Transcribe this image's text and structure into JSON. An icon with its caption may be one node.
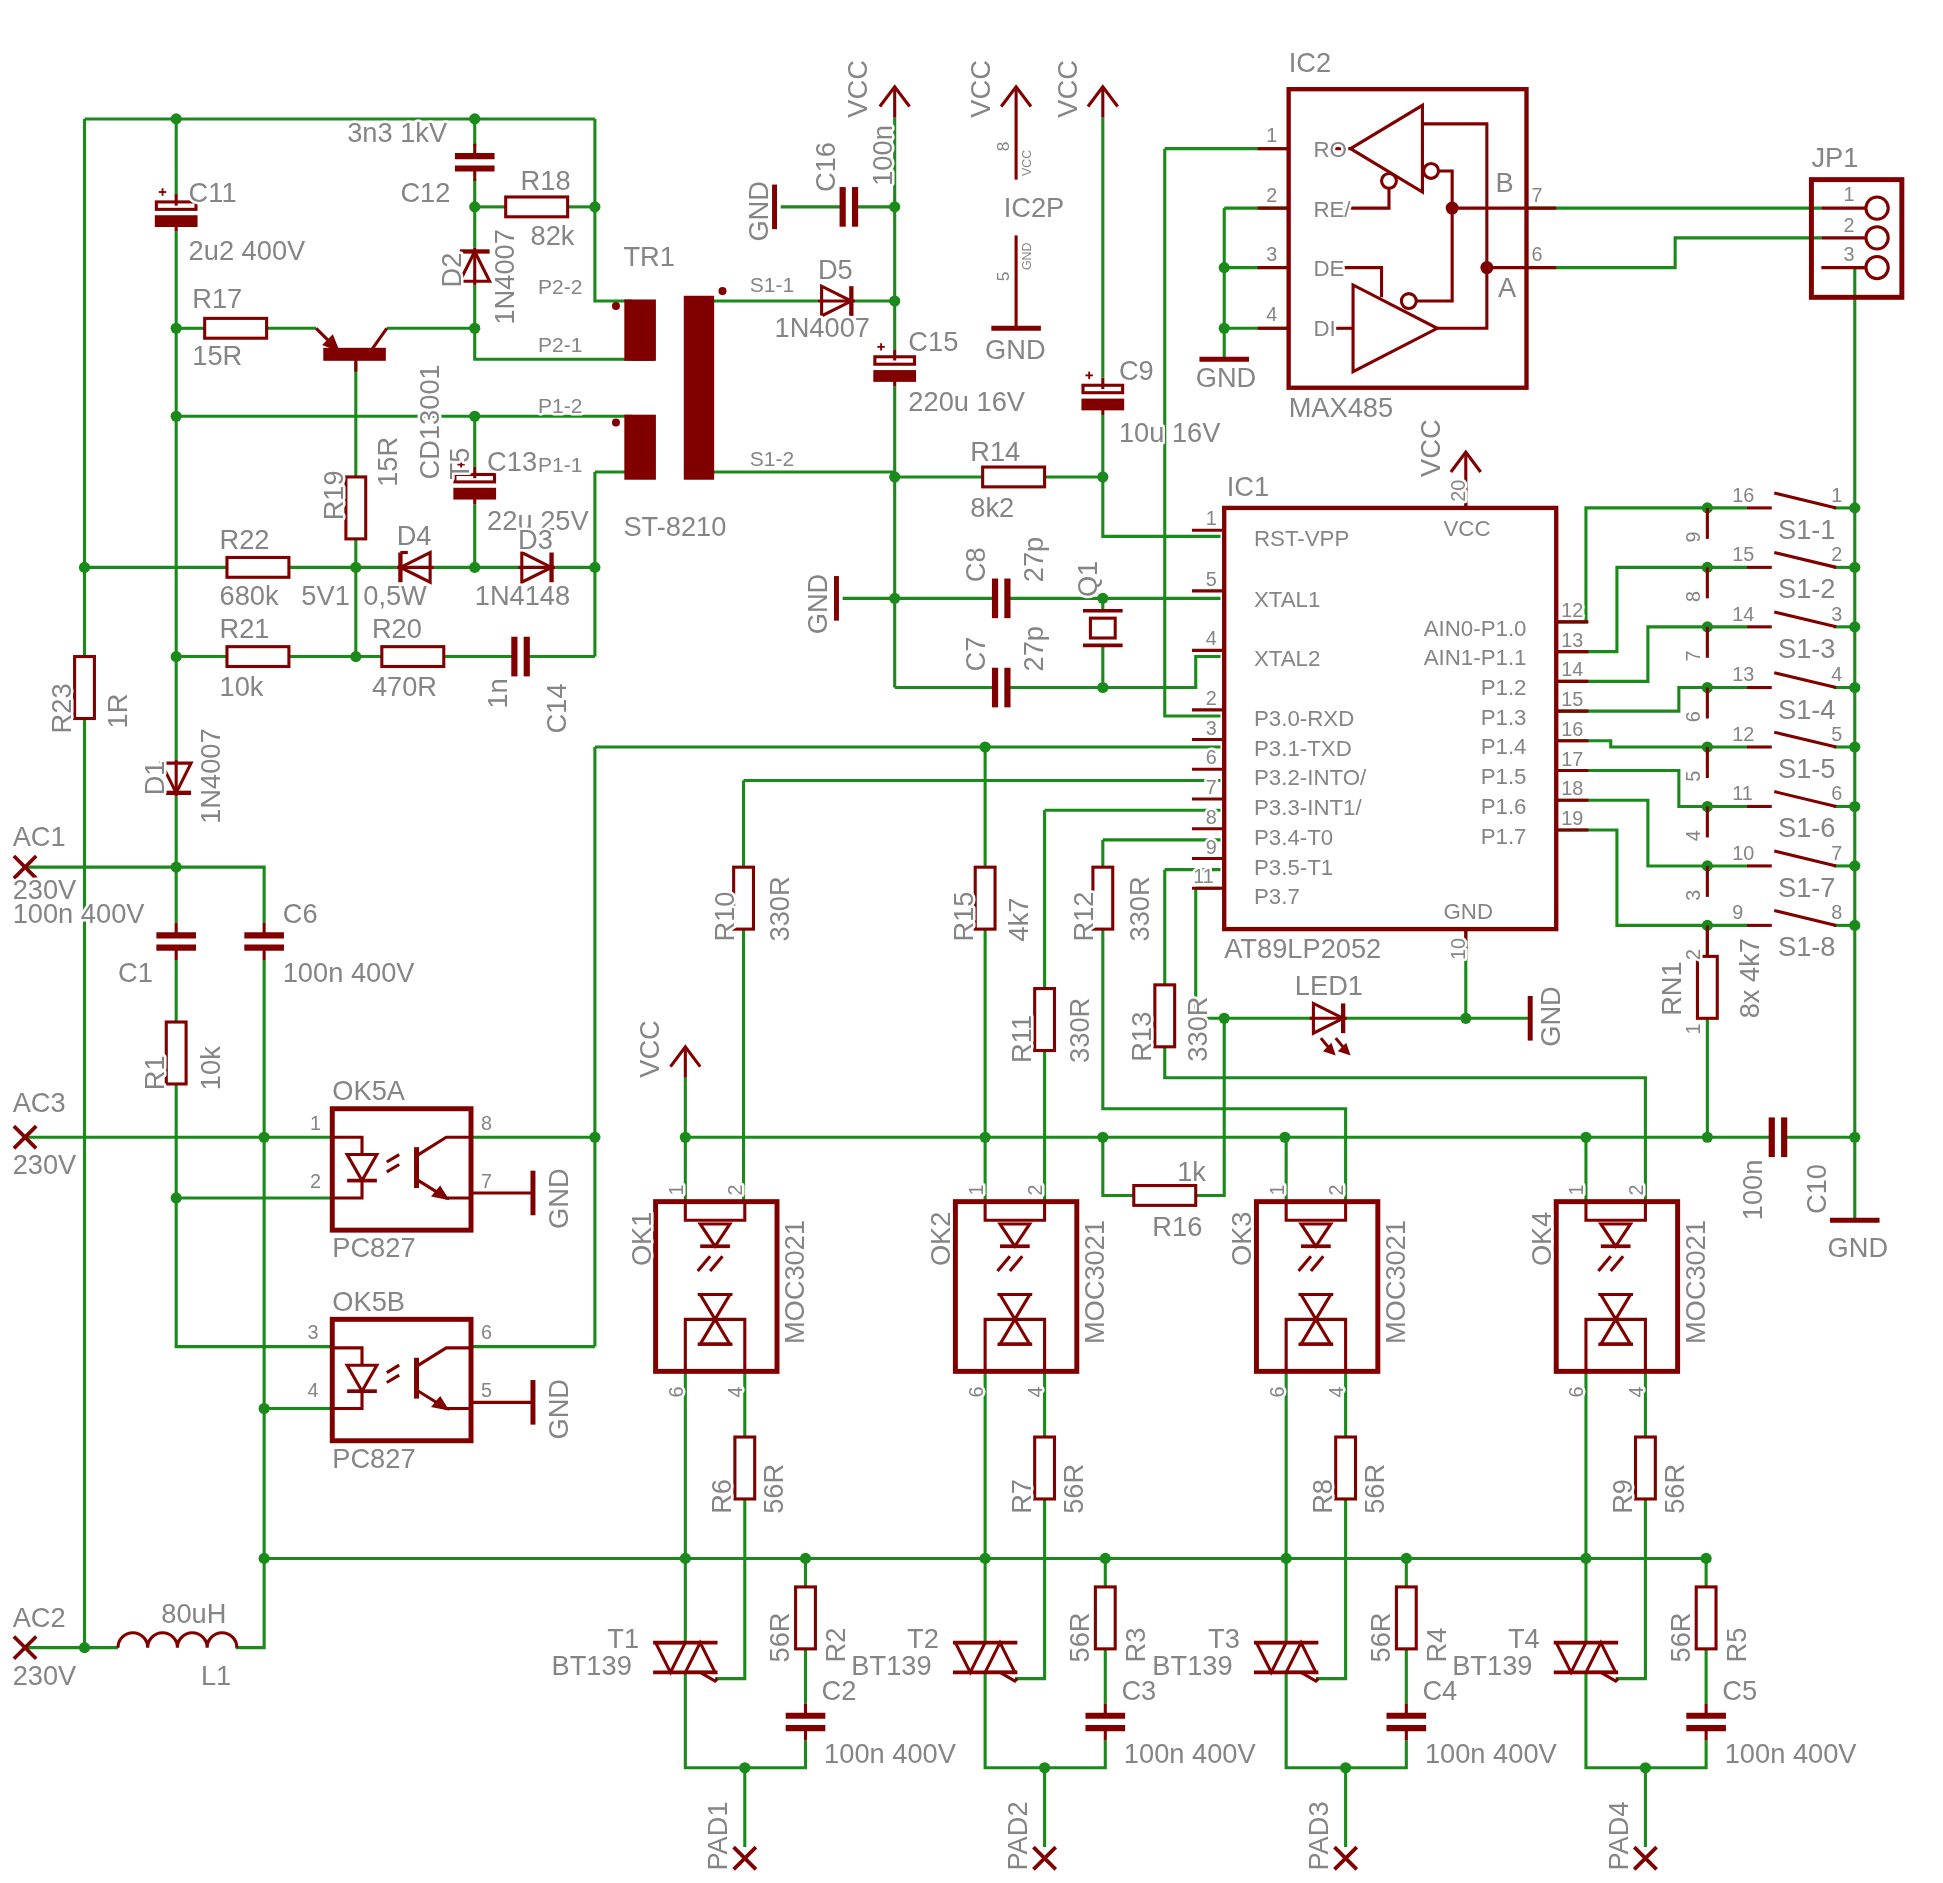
{
  "diagram": {
    "labels": [
      "IC2",
      "3n3 1kV",
      "C11",
      "C12",
      "R18",
      "82k",
      "2u2 400V",
      "D2",
      "1N4007",
      "TR1",
      "P2-2",
      "P2-1",
      "R17",
      "15R",
      "P1-2",
      "CD13001",
      "T5",
      "C13",
      "P1-1",
      "R19",
      "15R",
      "22u 25V",
      "ST-8210",
      "R22",
      "D4",
      "D3",
      "680k",
      "5V1",
      "0,5W",
      "1N4148",
      "R21",
      "R20",
      "R23",
      "1R",
      "10k",
      "470R",
      "1n",
      "C14",
      "D1",
      "1N4007",
      "AC1",
      "230V",
      "100n 400V",
      "C6",
      "C1",
      "100n 400V",
      "R1",
      "10k",
      "AC3",
      "230V",
      "OK5A",
      "1",
      "8",
      "2",
      "7",
      "GND",
      "PC827",
      "OK5B",
      "3",
      "6",
      "4",
      "5",
      "GND",
      "PC827",
      "AC2",
      "80uH",
      "230V",
      "L1",
      "VCC",
      "GND",
      "C16",
      "100n",
      "S1-1",
      "D5",
      "1N4007",
      "C15",
      "220u 16V",
      "S1-2",
      "R14",
      "8k2",
      "VCC",
      "8",
      "VCC",
      "IC2P",
      "5",
      "GND",
      "GND",
      "VCC",
      "C9",
      "10u 16V",
      "GND",
      "C8",
      "27p",
      "Q1",
      "C7",
      "27p",
      "1",
      "RO",
      "2",
      "RE/",
      "3",
      "DE",
      "4",
      "DI",
      "B",
      "7",
      "6",
      "A",
      "GND",
      "MAX485",
      "JP1",
      "1",
      "2",
      "3",
      "IC1",
      "VCC",
      "20",
      "1",
      "RST-VPP",
      "VCC",
      "5",
      "XTAL1",
      "4",
      "XTAL2",
      "2",
      "P3.0-RXD",
      "3",
      "P3.1-TXD",
      "6",
      "P3.2-INTO/",
      "7",
      "P3.3-INT1/",
      "8",
      "P3.4-T0",
      "9",
      "P3.5-T1",
      "11",
      "P3.7",
      "AIN0-P1.0",
      "12",
      "AIN1-P1.1",
      "13",
      "P1.2",
      "14",
      "P1.3",
      "15",
      "P1.4",
      "16",
      "P1.5",
      "17",
      "P1.6",
      "18",
      "P1.7",
      "19",
      "GND",
      "AT89LP2052",
      "10",
      "16",
      "1",
      "9",
      "S1-1",
      "15",
      "2",
      "8",
      "S1-2",
      "14",
      "3",
      "7",
      "S1-3",
      "13",
      "4",
      "6",
      "S1-4",
      "12",
      "5",
      "5",
      "S1-5",
      "11",
      "6",
      "4",
      "S1-6",
      "10",
      "7",
      "3",
      "S1-7",
      "9",
      "8",
      "2",
      "S1-8",
      "1",
      "RN1",
      "8x 4k7",
      "LED1",
      "GND",
      "R10",
      "330R",
      "R15",
      "4k7",
      "R12",
      "330R",
      "VCC",
      "R11",
      "330R",
      "R13",
      "330R",
      "1k",
      "R16",
      "100n",
      "C10",
      "GND",
      "1",
      "2",
      "OK1",
      "MOC3021",
      "6",
      "4",
      "R6",
      "56R",
      "T1",
      "BT139",
      "56R",
      "R2",
      "C2",
      "100n 400V",
      "PAD1",
      "1",
      "2",
      "OK2",
      "MOC3021",
      "6",
      "4",
      "R7",
      "56R",
      "T2",
      "BT139",
      "56R",
      "R3",
      "C3",
      "100n 400V",
      "PAD2",
      "1",
      "2",
      "OK3",
      "MOC3021",
      "6",
      "4",
      "R8",
      "56R",
      "T3",
      "BT139",
      "56R",
      "R4",
      "C4",
      "100n 400V",
      "PAD3",
      "1",
      "2",
      "OK4",
      "MOC3021",
      "6",
      "4",
      "R9",
      "56R",
      "T4",
      "BT139",
      "56R",
      "R5",
      "C5",
      "100n 400V",
      "PAD4"
    ]
  }
}
